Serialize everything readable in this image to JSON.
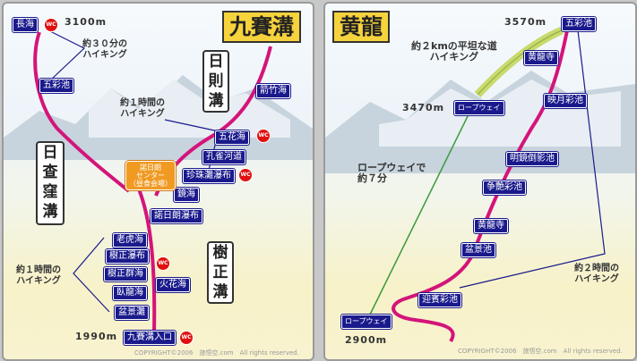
{
  "left": {
    "title": "九賽溝",
    "valleys": {
      "zechawa": "日\n查\n窪\n溝",
      "rize": "日\n則\n溝",
      "shuzheng": "樹\n正\n溝"
    },
    "altitudes": {
      "top": "3100m",
      "bottom": "1990m"
    },
    "notes": {
      "hike30": "約３０分の\nハイキング",
      "hike1h_top": "約１時間の\nハイキング",
      "hike1h_left": "約１時間の\nハイキング"
    },
    "center": "諾日朗\nセンター\n（昼食会場）",
    "spots": {
      "changhai": "長海",
      "wucaichi": "五彩池",
      "jianzhuhai": "箭竹海",
      "wuhuahai": "五花海",
      "kongque": "孔雀河道",
      "zhenzhutan": "珍珠灘瀑布",
      "jinghai": "鏡海",
      "nuorilang": "諾日朗瀑布",
      "laohuhai": "老虎海",
      "shuzhengpubu": "樹正瀑布",
      "shuzhengqunhai": "樹正群海",
      "wolonghai": "臥龍海",
      "penjingtan": "盆景灘",
      "huohuahai": "火花海",
      "entrance": "九賽溝入口"
    },
    "wc": "WC",
    "copyright": "COPYRIGHT©2006　旅悟空.com　All rights reserved."
  },
  "right": {
    "title": "黄龍",
    "altitudes": {
      "top": "3570m",
      "ropeway": "3470m",
      "bottom": "2900m"
    },
    "notes": {
      "flat": "約２kmの平坦な道\nハイキング",
      "ropeway": "ロープウェイで\n約７分",
      "hike2h": "約２時間の\nハイキング"
    },
    "spots": {
      "wucaichi": "五彩池",
      "huanglongsi_top": "黄龍寺",
      "yingyue": "映月彩池",
      "ropeway_top": "ロープウェイ",
      "mingjing": "明鏡倒影池",
      "zhengyan": "争艶彩池",
      "huanglongsi": "黄龍寺",
      "penjingchi": "盆景池",
      "yingbin": "迎賓彩池",
      "ropeway_bottom": "ロープウェイ"
    },
    "copyright": "COPYRIGHT©2006　旅悟空.com　All rights reserved."
  }
}
